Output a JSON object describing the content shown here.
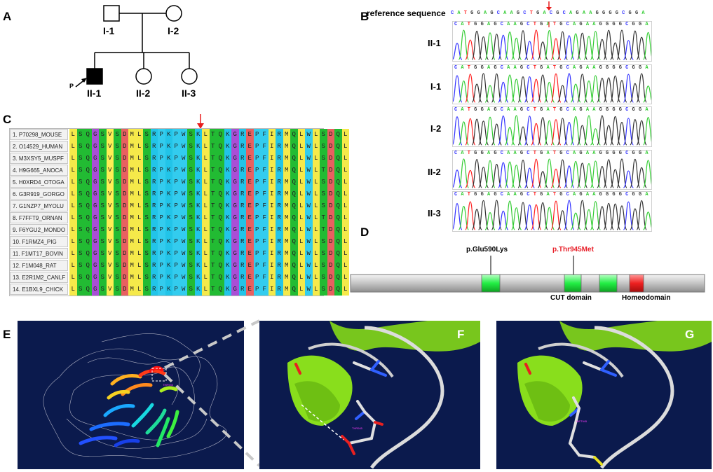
{
  "panels": {
    "A": "A",
    "B": "B",
    "C": "C",
    "D": "D",
    "E": "E",
    "F": "F",
    "G": "G"
  },
  "pedigree": {
    "gen1": [
      "I-1",
      "I-2"
    ],
    "gen2": [
      "II-1",
      "II-2",
      "II-3"
    ],
    "proband_marker": "P"
  },
  "chromatogram": {
    "reference_label": "reference sequence",
    "reference_seq": "CATGGAGCAAGCTGACGCAGAAGGGGCGGA",
    "trace_seq": "CATGGAGCAAGCTGATGCAGAAGGGGCGGA",
    "traces": [
      "II-1",
      "I-1",
      "I-2",
      "II-2",
      "II-3"
    ],
    "base_colors": {
      "A": "#33cc33",
      "C": "#3333ff",
      "G": "#333333",
      "T": "#ff2222"
    }
  },
  "alignment": {
    "species": [
      "1. P70298_MOUSE",
      "2. O14529_HUMAN",
      "3. M3XSY5_MUSPF",
      "4. H9G665_ANOCA",
      "5. H0XRD4_OTOGA",
      "6. G3R919_GORGO",
      "7. G1NZP7_MYOLU",
      "8. F7FFT9_ORNAN",
      "9. F6YGU2_MONDO",
      "10. F1RMZ4_PIG",
      "11. F1MT17_BOVIN",
      "12. F1M048_RAT",
      "13. E2R1M2_CANLF",
      "14. E1BXL9_CHICK"
    ],
    "sequences": [
      "LSQGSVSDMLSRPKPWSKLTQKGREPFIRMQLWLSDQL",
      "LSQGSVSDMLSRPKPWSKLTQKGREPFIRMQLWLSDQL",
      "LSQGSVSDMLSRPKPWSKLTQKGREPFIRMQLWLSDQL",
      "LSQGSVSDMLSRPKPWSKLTQKGREPFIRMQLWLTDQL",
      "LSQGSVSDMLSRPKPWSKLTQKGREPFIRMQLWLSDQL",
      "LSQGSVSDMLSRPKPWSKLTQKGREPFIRMQLWLSDQL",
      "LSQGSVSDMLSRPKPWSKLTQKGREPFIRMQLWLSDQL",
      "LSQGSVSDMLSRPKPWSKLTQKGREPFIRMQLWLTDQL",
      "LSQGSVSDMLSRPKPWSKLTQKGREPFIRMQLWLTDQL",
      "LSQGSVSDMLSRPKPWSKLTQKGREPFIRMQLWLSDQL",
      "LSQGSVSDMLSRPKPWSKLTQKGREPFIRMQLWLSDQL",
      "LSQGSVSDMLSRPKPWSKLTQKGREPFIRMQLWLSDQL",
      "LSQGSVSDMLSRPKPWSKLTQKGREPFIRMQLWLSDQL",
      "LSQGSVSDMLSRPKPWSKLTQKGREPFIRMQLWLSDQL"
    ],
    "residue_colors": {
      "L": "#f5e94a",
      "I": "#f5e94a",
      "M": "#f5e94a",
      "S": "#22bb33",
      "T": "#22bb33",
      "Q": "#22bb33",
      "G": "#a94fd6",
      "V": "#ffee55",
      "D": "#e86060",
      "E": "#e86060",
      "R": "#22c4e8",
      "K": "#22c4e8",
      "P": "#33ccee",
      "W": "#33ccee",
      "F": "#33ccee"
    }
  },
  "domains": {
    "variant1": "p.Glu590Lys",
    "variant2": "p.Thr945Met",
    "variant2_color": "#e8202a",
    "cut_domain": "CUT domain",
    "homeodomain": "Homeodomain"
  },
  "structure": {
    "label_E": "THR945",
    "F_labels": [
      "THR945"
    ],
    "G_labels": [
      "MET945"
    ]
  }
}
